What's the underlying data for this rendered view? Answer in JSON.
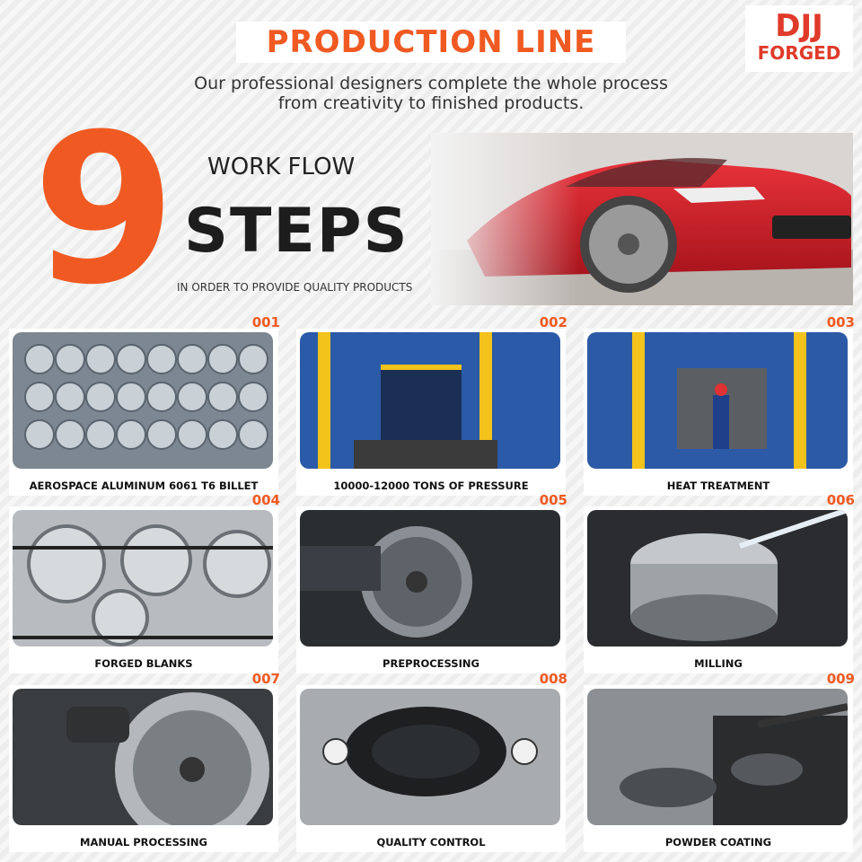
{
  "header": {
    "title": "PRODUCTION LINE",
    "subtitle_line1": "Our professional designers complete the whole process",
    "subtitle_line2": "from creativity to finished products."
  },
  "logo": {
    "line1": "DJJ",
    "line2": "FORGED"
  },
  "hero": {
    "number": "9",
    "workflow": "WORK FLOW",
    "steps": "STEPS",
    "tagline": "IN ORDER TO PROVIDE QUALITY PRODUCTS"
  },
  "colors": {
    "accent": "#f05a22",
    "logo_red": "#e03a2a"
  },
  "steps": [
    {
      "num": "001",
      "label": "AEROSPACE ALUMINUM 6061 T6 BILLET"
    },
    {
      "num": "002",
      "label": "10000-12000 TONS OF PRESSURE"
    },
    {
      "num": "003",
      "label": "HEAT TREATMENT"
    },
    {
      "num": "004",
      "label": "FORGED BLANKS"
    },
    {
      "num": "005",
      "label": "PREPROCESSING"
    },
    {
      "num": "006",
      "label": "MILLING"
    },
    {
      "num": "007",
      "label": "MANUAL PROCESSING"
    },
    {
      "num": "008",
      "label": "QUALITY CONTROL"
    },
    {
      "num": "009",
      "label": "POWDER COATING"
    }
  ]
}
